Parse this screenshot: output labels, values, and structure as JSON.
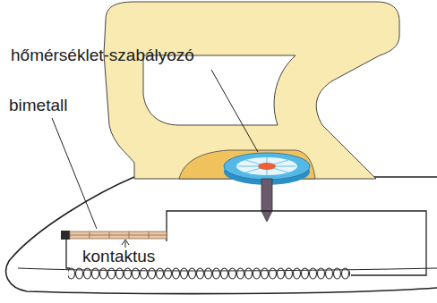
{
  "diagram": {
    "labels": [
      "hőmérséklet-szabályozó",
      "bimetall",
      "kontaktus"
    ]
  }
}
